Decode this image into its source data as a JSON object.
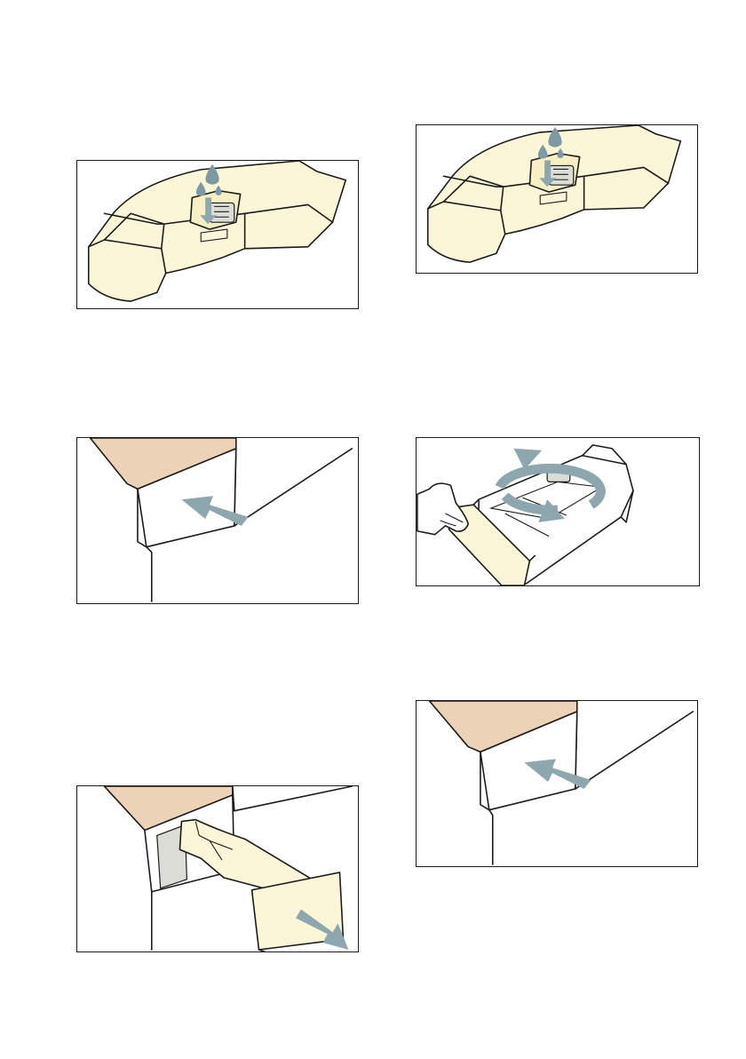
{
  "figures": [
    {
      "id": "fill-rinse-aid-left",
      "description_icon": "water-drop-icon"
    },
    {
      "id": "fill-rinse-aid-right",
      "description_icon": "water-drop-icon"
    },
    {
      "id": "push-drawer-in-1",
      "description_icon": "push-arrow-icon"
    },
    {
      "id": "shake-dispenser",
      "description_icon": "rotate-arrow-icon"
    },
    {
      "id": "pull-drawer-out",
      "description_icon": "pull-arrow-icon"
    },
    {
      "id": "push-drawer-in-2",
      "description_icon": "push-arrow-icon"
    }
  ],
  "colors": {
    "cream": "#fcf6d8",
    "tan": "#ecd2b6",
    "arrow": "#8ea7ae",
    "drop": "#7d9aa4",
    "outline": "#1a1a1a"
  }
}
